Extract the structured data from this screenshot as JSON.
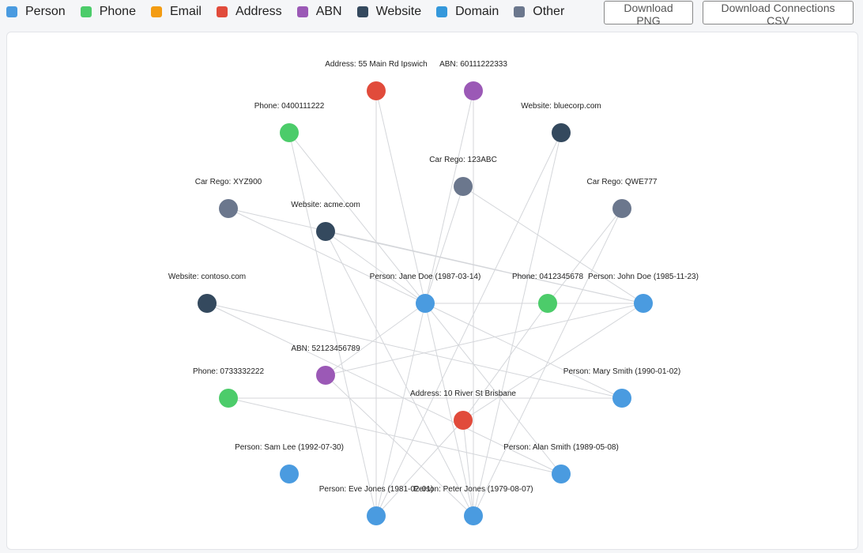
{
  "legend": [
    {
      "label": "Person",
      "color": "#4a9be0"
    },
    {
      "label": "Phone",
      "color": "#4ccc6a"
    },
    {
      "label": "Email",
      "color": "#f39c12"
    },
    {
      "label": "Address",
      "color": "#e14b3b"
    },
    {
      "label": "ABN",
      "color": "#9b59b6"
    },
    {
      "label": "Website",
      "color": "#34495e"
    },
    {
      "label": "Domain",
      "color": "#3498db"
    },
    {
      "label": "Other",
      "color": "#6b778d"
    }
  ],
  "toolbar": {
    "download_png_label": "Download PNG",
    "download_csv_label": "Download Connections CSV"
  },
  "graph": {
    "nodes": [
      {
        "id": "addr_main",
        "type": "Address",
        "label": "Address: 55 Main Rd Ipswich"
      },
      {
        "id": "abn_601",
        "type": "ABN",
        "label": "ABN: 60111222333"
      },
      {
        "id": "phone_0400",
        "type": "Phone",
        "label": "Phone: 0400111222"
      },
      {
        "id": "web_blue",
        "type": "Website",
        "label": "Website: bluecorp.com"
      },
      {
        "id": "car_123",
        "type": "Other",
        "label": "Car Rego: 123ABC"
      },
      {
        "id": "car_xyz",
        "type": "Other",
        "label": "Car Rego: XYZ900"
      },
      {
        "id": "car_qwe",
        "type": "Other",
        "label": "Car Rego: QWE777"
      },
      {
        "id": "web_acme",
        "type": "Website",
        "label": "Website: acme.com"
      },
      {
        "id": "web_contoso",
        "type": "Website",
        "label": "Website: contoso.com"
      },
      {
        "id": "p_jane",
        "type": "Person",
        "label": "Person: Jane Doe (1987-03-14)"
      },
      {
        "id": "phone_0412",
        "type": "Phone",
        "label": "Phone: 0412345678"
      },
      {
        "id": "p_john",
        "type": "Person",
        "label": "Person: John Doe (1985-11-23)"
      },
      {
        "id": "abn_521",
        "type": "ABN",
        "label": "ABN: 52123456789"
      },
      {
        "id": "phone_0733",
        "type": "Phone",
        "label": "Phone: 0733332222"
      },
      {
        "id": "p_mary",
        "type": "Person",
        "label": "Person: Mary Smith (1990-01-02)"
      },
      {
        "id": "addr_river",
        "type": "Address",
        "label": "Address: 10 River St Brisbane"
      },
      {
        "id": "p_sam",
        "type": "Person",
        "label": "Person: Sam Lee (1992-07-30)"
      },
      {
        "id": "p_alan",
        "type": "Person",
        "label": "Person: Alan Smith (1989-05-08)"
      },
      {
        "id": "p_eve",
        "type": "Person",
        "label": "Person: Eve Jones (1981-02-01)"
      },
      {
        "id": "p_peter",
        "type": "Person",
        "label": "Person: Peter Jones (1979-08-07)"
      }
    ],
    "edges": [
      [
        "addr_main",
        "p_jane"
      ],
      [
        "addr_main",
        "p_eve"
      ],
      [
        "abn_601",
        "p_jane"
      ],
      [
        "abn_601",
        "p_peter"
      ],
      [
        "phone_0400",
        "p_eve"
      ],
      [
        "phone_0400",
        "p_alan"
      ],
      [
        "web_blue",
        "p_eve"
      ],
      [
        "web_blue",
        "p_peter"
      ],
      [
        "car_123",
        "p_jane"
      ],
      [
        "car_123",
        "p_john"
      ],
      [
        "car_xyz",
        "p_jane"
      ],
      [
        "car_xyz",
        "p_john"
      ],
      [
        "car_qwe",
        "phone_0412"
      ],
      [
        "car_qwe",
        "p_peter"
      ],
      [
        "web_acme",
        "p_jane"
      ],
      [
        "web_acme",
        "p_john"
      ],
      [
        "web_acme",
        "p_peter"
      ],
      [
        "web_contoso",
        "p_mary"
      ],
      [
        "web_contoso",
        "p_alan"
      ],
      [
        "p_jane",
        "p_john"
      ],
      [
        "p_jane",
        "abn_521"
      ],
      [
        "p_jane",
        "p_mary"
      ],
      [
        "p_jane",
        "p_eve"
      ],
      [
        "p_jane",
        "p_peter"
      ],
      [
        "phone_0412",
        "addr_river"
      ],
      [
        "p_john",
        "abn_521"
      ],
      [
        "p_john",
        "addr_river"
      ],
      [
        "abn_521",
        "p_peter"
      ],
      [
        "phone_0733",
        "p_mary"
      ],
      [
        "phone_0733",
        "p_alan"
      ],
      [
        "addr_river",
        "p_eve"
      ],
      [
        "addr_river",
        "p_peter"
      ]
    ]
  }
}
